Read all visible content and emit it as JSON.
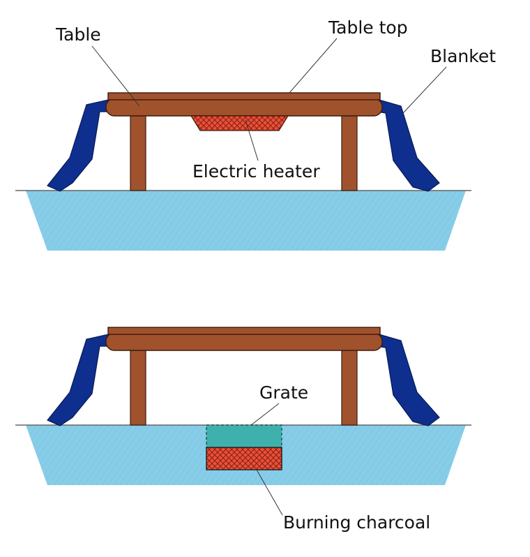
{
  "labels": {
    "table": "Table",
    "table_top": "Table top",
    "blanket": "Blanket",
    "electric_heater": "Electric heater",
    "grate": "Grate",
    "burning_charcoal": "Burning charcoal"
  },
  "colors": {
    "wood": "#a0522d",
    "wood_outline": "#3b1a0c",
    "blanket": "#0f2f8f",
    "floor": "#87cde8",
    "floor_hatch": "#6cb5d4",
    "heater": "#e8503a",
    "grate": "#3fb1ad",
    "charcoal": "#e84a30",
    "ground_line": "#666666"
  }
}
